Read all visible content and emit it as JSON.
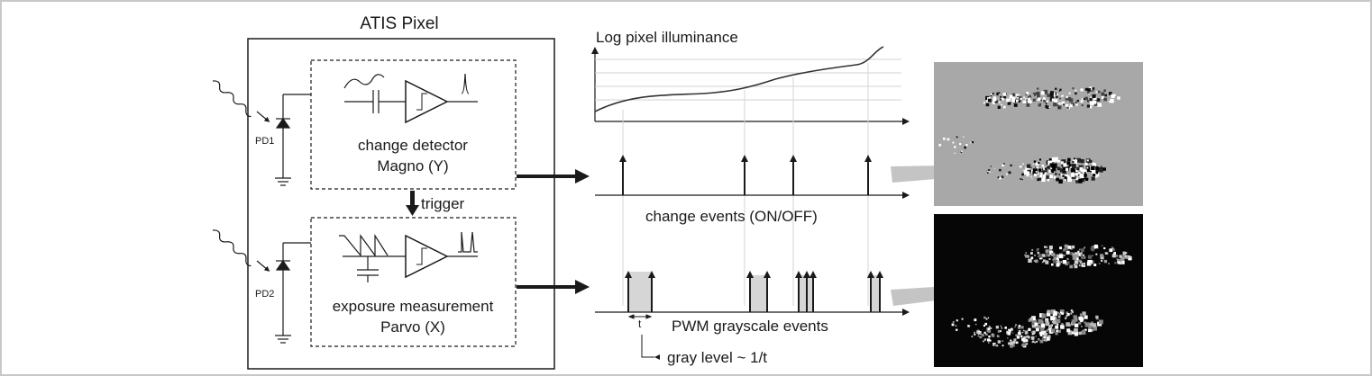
{
  "pixel_box": {
    "title": "ATIS Pixel",
    "photodiode_1": "PD1",
    "photodiode_2": "PD2",
    "change_detector": {
      "line1": "change detector",
      "line2": "Magno (Y)"
    },
    "trigger_label": "trigger",
    "exposure_measurement": {
      "line1": "exposure measurement",
      "line2": "Parvo (X)"
    }
  },
  "plots": {
    "illuminance_label": "Log pixel illuminance",
    "change_events_label": "change events (ON/OFF)",
    "pwm_events_label": "PWM grayscale events",
    "interval_label": "t",
    "gray_level_label": "gray level ~ 1/t"
  },
  "images": {
    "change_image": {
      "background": "#a8a8a8",
      "description_icon": "event-frame-gray"
    },
    "gray_image": {
      "background": "#060606",
      "description_icon": "event-frame-black"
    }
  },
  "colors": {
    "line": "#1a1a1a",
    "arrow_gray": "#c4c4c4",
    "grid": "#d0d0d0",
    "pwm_fill": "#d6d6d6"
  }
}
